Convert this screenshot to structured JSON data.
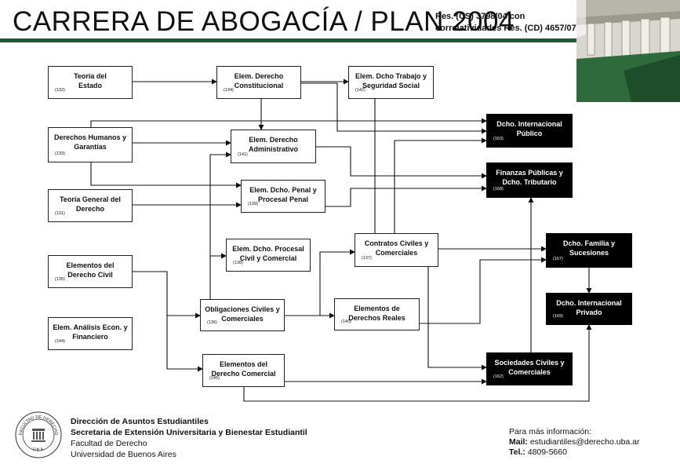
{
  "header": {
    "title": "CARRERA DE ABOGACÍA / PLAN 2004",
    "res_line1": "Res. (CS) 3798/04 con",
    "res_line2": "correlatividades  Res. (CD) 4657/07"
  },
  "nodes": {
    "n132": {
      "l1": "Teoría del",
      "l2": "Estado",
      "code": "(132)"
    },
    "n134": {
      "l1": "Elem. Derecho",
      "l2": "Constitucional",
      "code": "(134)"
    },
    "n142": {
      "l1": "Elem. Dcho Trabajo y",
      "l2": "Seguridad Social",
      "code": "(142)"
    },
    "n133": {
      "l1": "Derechos Humanos y",
      "l2": "Garantías",
      "code": "(133)"
    },
    "n141": {
      "l1": "Elem. Derecho",
      "l2": "Administrativo",
      "code": "(141)"
    },
    "n163": {
      "l1": "Dcho. Internacional",
      "l2": "Público",
      "code": "(163)"
    },
    "n131": {
      "l1": "Teoría General del",
      "l2": "Derecho",
      "code": "(131)"
    },
    "n139": {
      "l1": "Elem. Dcho. Penal y",
      "l2": "Procesal Penal",
      "code": "(139)"
    },
    "n168": {
      "l1": "Finanzas Públicas y",
      "l2": "Dcho. Tributario",
      "code": "(168)"
    },
    "n138": {
      "l1": "Elem. Dcho. Procesal",
      "l2": "Civil y Comercial",
      "code": "(138)"
    },
    "n137": {
      "l1": "Contratos Civiles y",
      "l2": "Comerciales",
      "code": "(137)"
    },
    "n167": {
      "l1": "Dcho. Familia y",
      "l2": "Sucesiones",
      "code": "(167)"
    },
    "n135": {
      "l1": "Elementos del",
      "l2": "Derecho Civil",
      "code": "(135)"
    },
    "n169": {
      "l1": "Dcho. Internacional",
      "l2": "Privado",
      "code": "(169)"
    },
    "n136": {
      "l1": "Obligaciones Civiles y",
      "l2": "Comerciales",
      "code": "(136)"
    },
    "n140": {
      "l1": "Elementos de",
      "l2": "Derechos Reales",
      "code": "(140)"
    },
    "n144": {
      "l1": "Elem. Análisis Econ. y",
      "l2": "Financiero",
      "code": "(144)"
    },
    "n145": {
      "l1": "Elementos del",
      "l2": "Derecho Comercial",
      "code": "(145)"
    },
    "n162": {
      "l1": "Sociedades Civiles y",
      "l2": "Comerciales",
      "code": "(162)"
    }
  },
  "footer": {
    "org1": "Dirección de Asuntos Estudiantiles",
    "org2": "Secretaria de Extensión Universitaria y Bienestar Estudiantil",
    "org3": "Facultad de Derecho",
    "org4": "Universidad de Buenos Aires",
    "info_label": "Para más información:",
    "mail_label": "Mail:",
    "mail": "estudiantiles@derecho.uba.ar",
    "tel_label": "Tel.:",
    "tel": "4809-5660"
  },
  "seal": {
    "top": "FACULTAD DE DERECHO",
    "bottom": "U.B.A."
  },
  "colors": {
    "accent_green": "#1d5a34",
    "dark_node": "#000000"
  }
}
